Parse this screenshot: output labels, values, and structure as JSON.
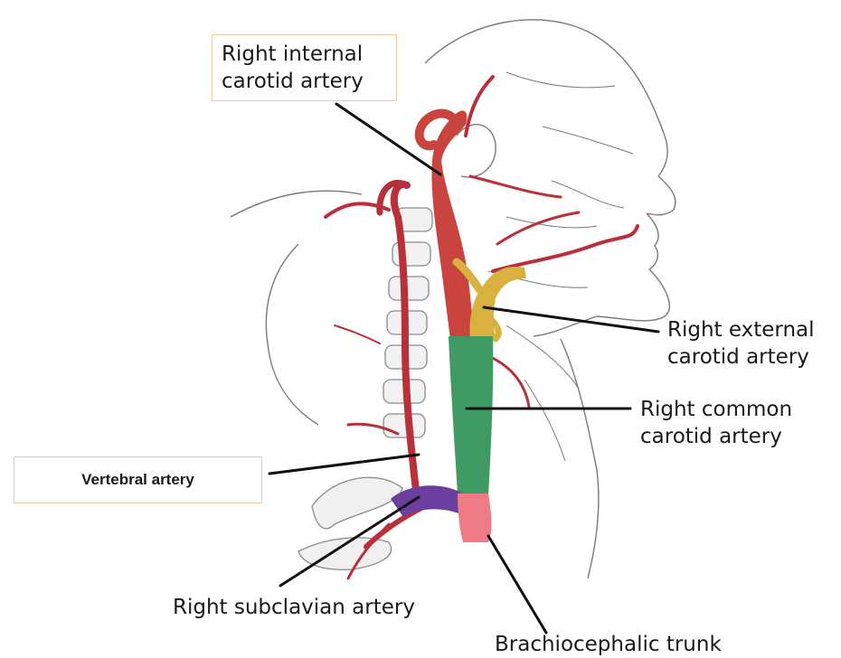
{
  "labels": {
    "internal_carotid": [
      "Right internal",
      "carotid artery"
    ],
    "external_carotid": [
      "Right external",
      "carotid artery"
    ],
    "common_carotid": [
      "Right common",
      "carotid artery"
    ],
    "vertebral": "Vertebral artery",
    "subclavian": "Right subclavian artery",
    "brachiocephalic": "Brachiocephalic trunk"
  },
  "colors": {
    "internal_carotid": "#c9433f",
    "external_carotid": "#d9b13e",
    "common_carotid": "#3f9a63",
    "subclavian": "#6b3fa0",
    "brachiocephalic": "#ef7b86",
    "artery_red": "#b9303a",
    "outline": "#777777",
    "leader": "#111111",
    "box_border": "#f0c9a6"
  }
}
